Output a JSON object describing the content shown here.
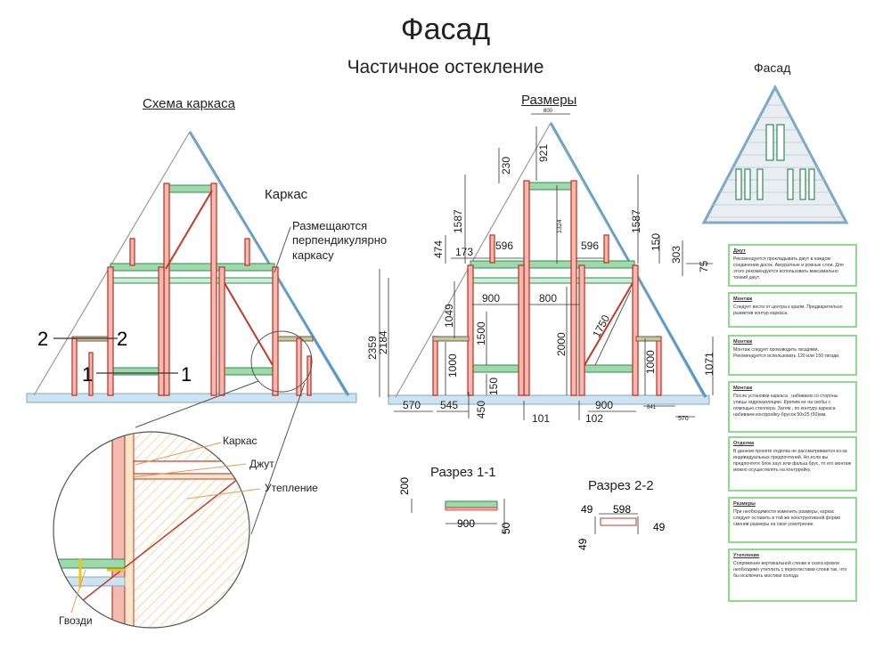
{
  "title": "Фасад",
  "subtitle": "Частичное остекление",
  "frame_section": {
    "heading": "Схема каркаса",
    "label_frame": "Каркас",
    "label_perpendicular": "Размещаются перпендикулярно каркасу",
    "section_marks": [
      "1",
      "1",
      "2",
      "2"
    ]
  },
  "detail": {
    "label_frame": "Каркас",
    "label_batten": "Джут",
    "label_insulation": "Утепление",
    "label_nails": "Гвозди"
  },
  "dimensions_section": {
    "heading": "Размеры",
    "labels": [
      "800",
      "921",
      "230",
      "1587",
      "1324",
      "1587",
      "474",
      "173",
      "596",
      "596",
      "150",
      "303",
      "75",
      "2359",
      "2184",
      "1049",
      "900",
      "800",
      "1500",
      "1750",
      "1000",
      "2000",
      "1000",
      "1071",
      "150",
      "570",
      "545",
      "450",
      "101",
      "102",
      "900",
      "641",
      "570"
    ]
  },
  "facade_preview": {
    "heading": "Фасад"
  },
  "section_1_1": {
    "title": "Разрез 1-1",
    "dims": [
      "200",
      "900",
      "50"
    ]
  },
  "section_2_2": {
    "title": "Разрез 2-2",
    "dims": [
      "49",
      "598",
      "49",
      "49"
    ]
  },
  "notes": [
    {
      "title": "Джут",
      "text": "Рекомендуется прокладывать джут в каждом соединении досок. Аккуратные и ровные слои. Для этого рекомендуется использовать максимально тонкий джут."
    },
    {
      "title": "Монтаж",
      "text": "Следует вести от центра к краям. Предварительно разметив контур каркаса."
    },
    {
      "title": "Монтаж",
      "text": "Монтаж следует производить гвоздями. Рекомендуется использовать 120 или 150 гвозди."
    },
    {
      "title": "Монтаж",
      "text": "После установки каркаса , набиваем со стороны улицы гидроизоляцию. Крепим ее на скобы с помощью степлера. Затем , по контуру каркаса набиваем контррейку-брусок 50х25 (50)мм."
    },
    {
      "title": "Отделка",
      "text": "В данном проекте отделка не рассматривается из-за индивидуальных предпочтений. Но,если вы предпочтете блок хаус или фальш брус, то его монтаж можно осуществлять на контррейку."
    },
    {
      "title": "Размеры",
      "text": "При необходимости изменить размеры, каркас следует оставить в той же конструктивной форме сменив размеры на свое усмотрение."
    },
    {
      "title": "Утепление",
      "text": "Сопряжение вертикальной стенки и ската кровли необходимо утеплить с перехлестами слоев так, что бы исключить мостики холода"
    }
  ],
  "colors": {
    "stud": "#c0392b",
    "beam": "#2e8b57",
    "roof": "#4a9bd1",
    "grid": "#ccc"
  }
}
